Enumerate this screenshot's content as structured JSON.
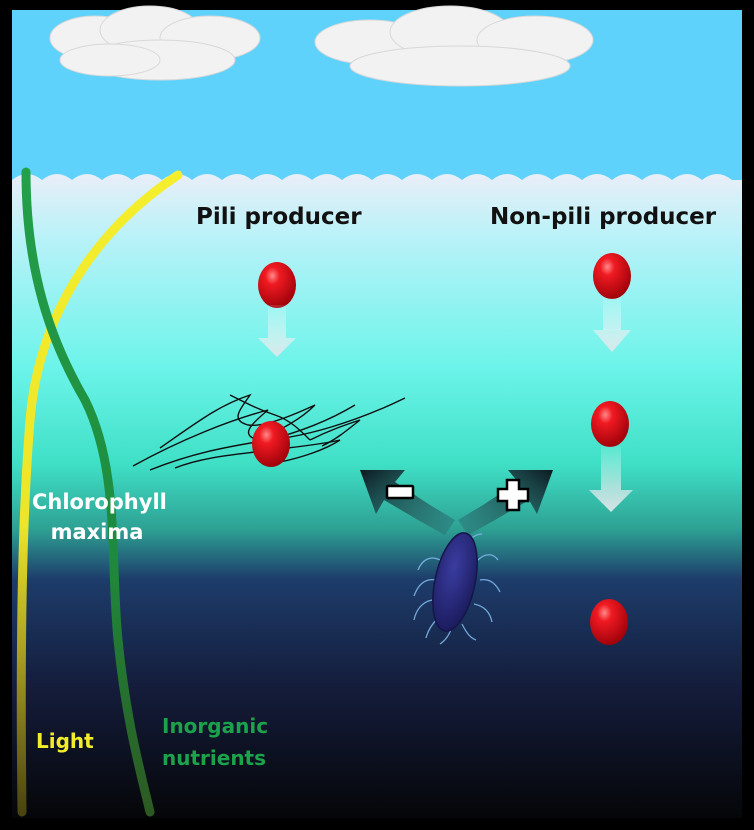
{
  "labels": {
    "pili_producer": "Pili producer",
    "non_pili_producer": "Non-pili producer",
    "chlorophyll_line1": "Chlorophyll",
    "chlorophyll_line2": "maxima",
    "light": "Light",
    "inorganic_line1": "Inorganic",
    "inorganic_line2": "nutrients"
  },
  "colors": {
    "sky": "#5fd2fb",
    "water_top": "#e6eef8",
    "water_mid": "#4ef0d6",
    "water_deep": "#1d3366",
    "particle": "#e0101a",
    "light_line": "#f2ec2a",
    "nutrient_line": "#1e8a3e",
    "bacterium": "#2b2d86"
  },
  "icons": {
    "minus_arrow": "minus-sign",
    "plus_arrow": "plus-sign"
  }
}
